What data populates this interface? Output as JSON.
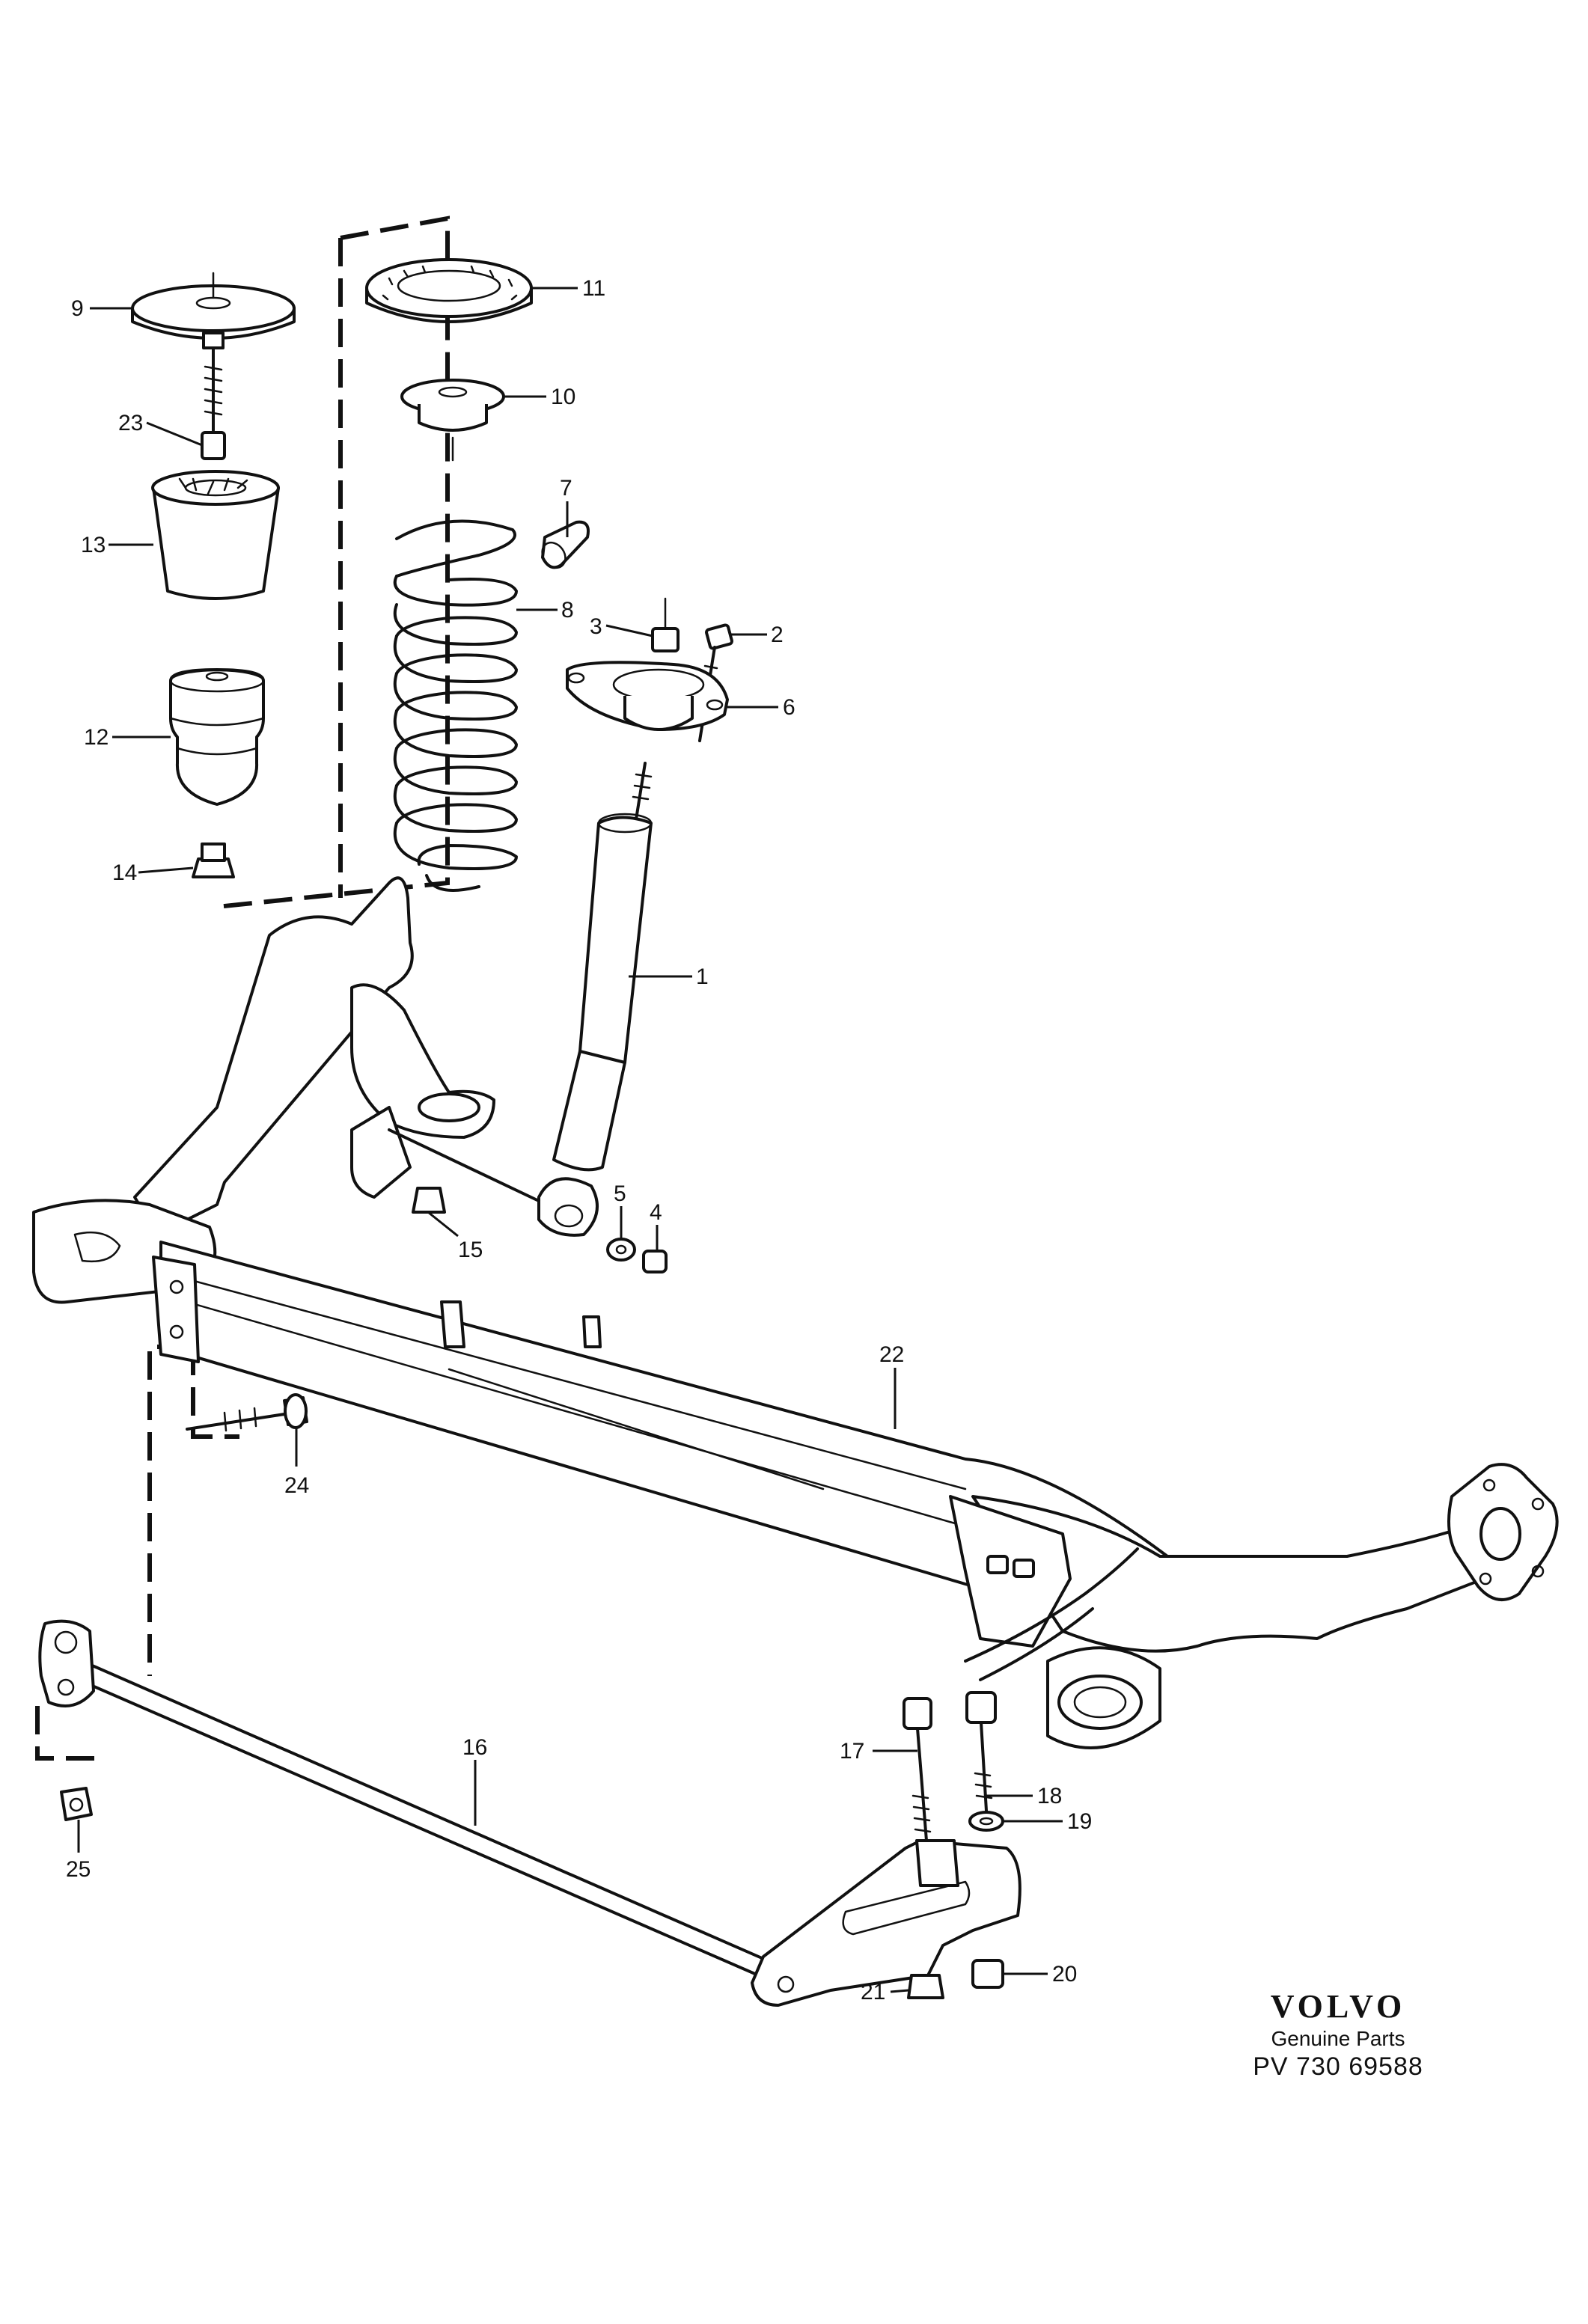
{
  "labels": {
    "p1": "1",
    "p2": "2",
    "p3": "3",
    "p4": "4",
    "p5": "5",
    "p6": "6",
    "p7": "7",
    "p8": "8",
    "p9": "9",
    "p10": "10",
    "p11": "11",
    "p12": "12",
    "p13": "13",
    "p14": "14",
    "p15": "15",
    "p16": "16",
    "p17": "17",
    "p18": "18",
    "p19": "19",
    "p20": "20",
    "p21": "21",
    "p22": "22",
    "p23": "23",
    "p24": "24",
    "p25": "25"
  },
  "branding": {
    "logo": "VOLVO",
    "subtitle": "Genuine Parts",
    "code": "PV 730  69588"
  }
}
